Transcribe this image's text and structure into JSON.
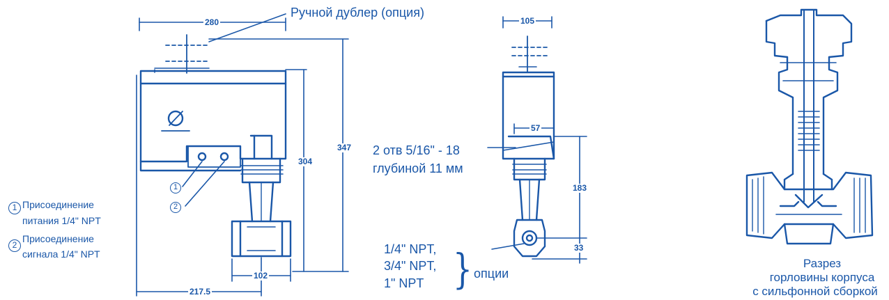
{
  "front_view": {
    "handwheel_label": "Ручной дублер (опция)",
    "dims": {
      "width": "280",
      "h_total": "347",
      "h_body": "304",
      "offset": "217.5",
      "flange": "102"
    },
    "port_marks": [
      "1",
      "2"
    ]
  },
  "side_view": {
    "dims": {
      "width": "105",
      "bolt": "57",
      "h": "183",
      "bottom": "33"
    },
    "holes_label_line1": "2 отв 5/16\" - 18",
    "holes_label_line2": "глубиной 11 мм",
    "thread_options": [
      "1/4\" NPT,",
      "3/4\" NPT,",
      "1\" NPT"
    ],
    "options_label": "опции"
  },
  "legend": {
    "items": [
      {
        "num": "1",
        "line1": "Присоединение",
        "line2": "питания 1/4\" NPT"
      },
      {
        "num": "2",
        "line1": "Присоединение",
        "line2": "сигнала 1/4\" NPT"
      }
    ]
  },
  "section_view": {
    "caption_lines": [
      "Разрез",
      "горловины корпуса",
      "с сильфонной сборкой"
    ]
  },
  "colors": {
    "line": "#1a57a8",
    "background": "#ffffff"
  }
}
